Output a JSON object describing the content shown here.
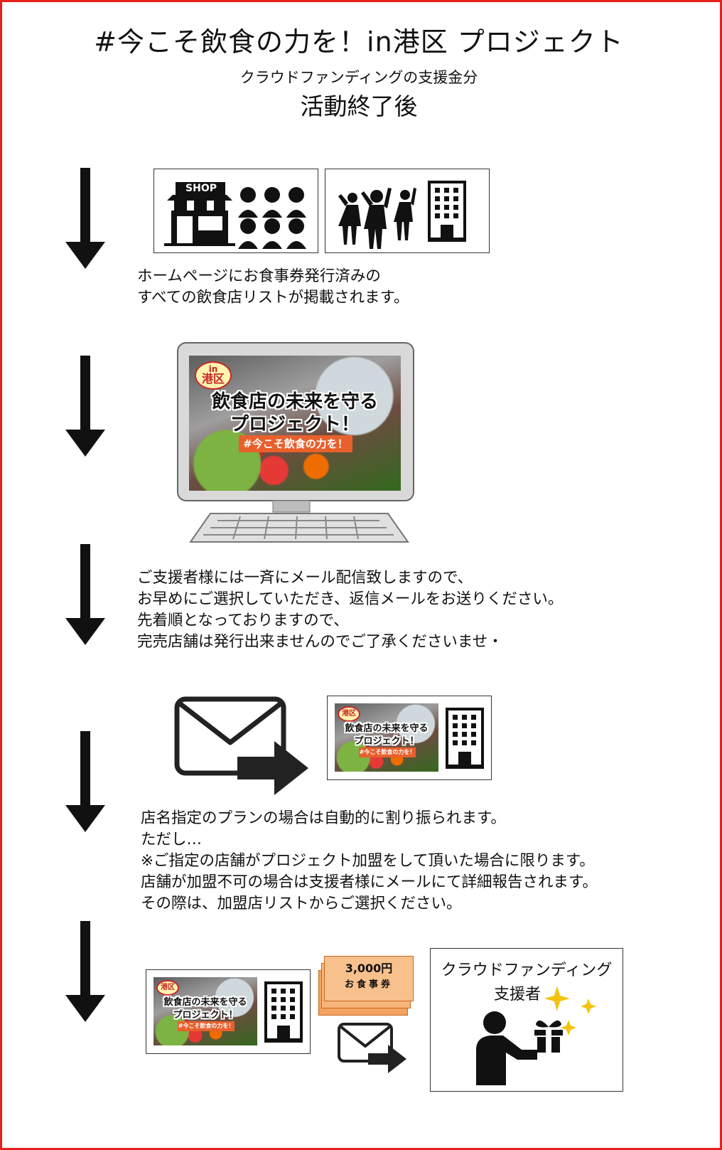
{
  "header": {
    "title": "#今こそ飲食の力を！in港区 プロジェクト",
    "subtitle": "クラウドファンディングの支援金分",
    "subtitle2": "活動終了後"
  },
  "steps": [
    {
      "lines": [
        "ホームページにお食事券発行済みの",
        "すべての飲食店リストが掲載されます。"
      ]
    },
    {
      "lines": [
        "ご支援者様には一斉にメール配信致しますので、",
        "お早めにご選択していただき、返信メールをお送りください。",
        "先着順となっておりますので、",
        "完売店舗は発行出来ませんのでご了承くださいませ・"
      ]
    },
    {
      "lines": [
        "店名指定のプランの場合は自動的に割り振られます。",
        "ただし…",
        "※ご指定の店舗がプロジェクト加盟をして頂いた場合に限ります。",
        "店舗が加盟不可の場合は支援者様にメールにて詳細報告されます。",
        "その際は、加盟店リストからご選択ください。"
      ]
    }
  ],
  "shop_sign": "SHOP",
  "banner": {
    "badge_small": "in",
    "badge_main": "港区",
    "headline1": "飲食店の未来を守る",
    "headline2": "プロジェクト！",
    "tagline": "#今こそ飲食の力を！"
  },
  "ticket": {
    "price": "3,000円",
    "label": "お食事券"
  },
  "supporter": {
    "line1": "クラウドファンディング",
    "line2": "支援者"
  },
  "colors": {
    "frame": "#e5211b",
    "ticket": "#f4a261",
    "tag": "#e8602c"
  }
}
